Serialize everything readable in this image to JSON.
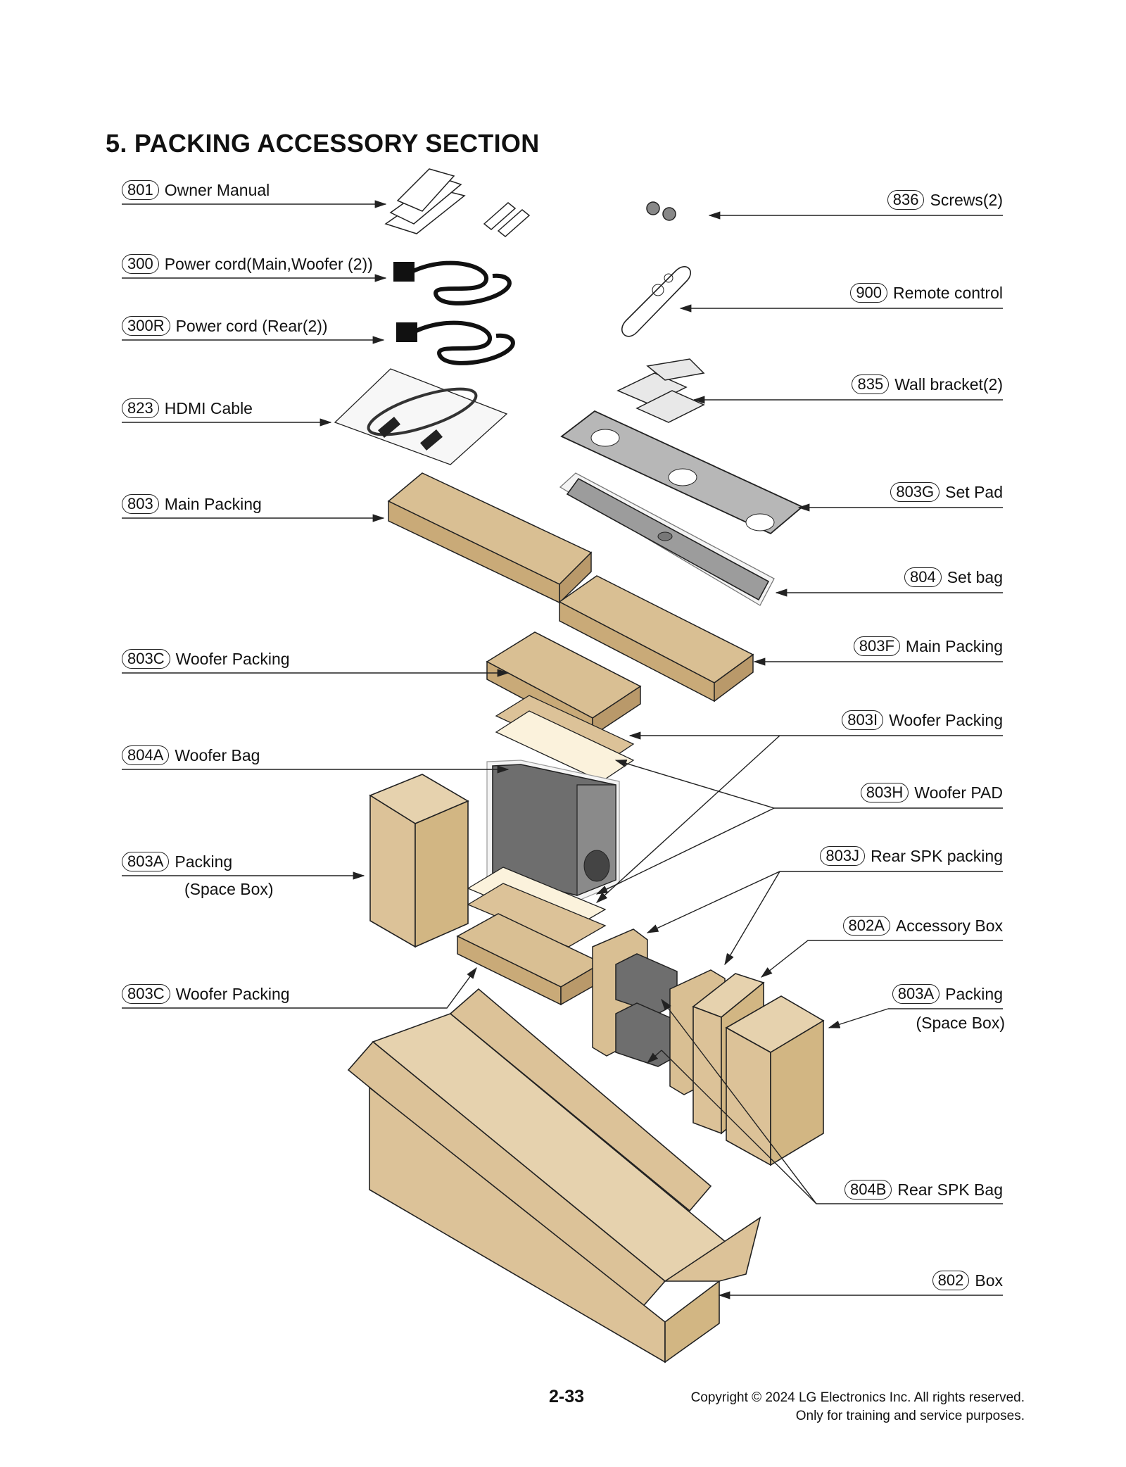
{
  "title": "5. PACKING ACCESSORY SECTION",
  "parts": [
    {
      "code": "801",
      "label": "Owner Manual"
    },
    {
      "code": "300",
      "label": "Power cord(Main,Woofer (2))"
    },
    {
      "code": "300R",
      "label": "Power cord (Rear(2))"
    },
    {
      "code": "823",
      "label": "HDMI Cable"
    },
    {
      "code": "803",
      "label": "Main Packing"
    },
    {
      "code": "803C",
      "label": "Woofer Packing"
    },
    {
      "code": "804A",
      "label": "Woofer Bag"
    },
    {
      "code": "803A",
      "label": "Packing",
      "sub": "(Space Box)"
    },
    {
      "code": "803C",
      "label": "Woofer Packing"
    },
    {
      "code": "836",
      "label": "Screws(2)"
    },
    {
      "code": "900",
      "label": "Remote control"
    },
    {
      "code": "835",
      "label": "Wall bracket(2)"
    },
    {
      "code": "803G",
      "label": "Set Pad"
    },
    {
      "code": "804",
      "label": "Set bag"
    },
    {
      "code": "803F",
      "label": "Main Packing"
    },
    {
      "code": "803I",
      "label": "Woofer Packing"
    },
    {
      "code": "803H",
      "label": "Woofer PAD"
    },
    {
      "code": "803J",
      "label": "Rear SPK packing"
    },
    {
      "code": "802A",
      "label": "Accessory Box"
    },
    {
      "code": "803A",
      "label": "Packing",
      "sub": "(Space Box)"
    },
    {
      "code": "804B",
      "label": "Rear SPK Bag"
    },
    {
      "code": "802",
      "label": "Box"
    }
  ],
  "footer": {
    "page": "2-33",
    "copyright_line1": "Copyright © 2024 LG Electronics Inc. All rights reserved.",
    "copyright_line2": "Only for training and service purposes."
  },
  "colors": {
    "cardboard": "#dcc298",
    "pulp": "#d9bf93",
    "woofer": "#6e6e6e",
    "pad_gray": "#b7b7b7",
    "line": "#222222"
  }
}
